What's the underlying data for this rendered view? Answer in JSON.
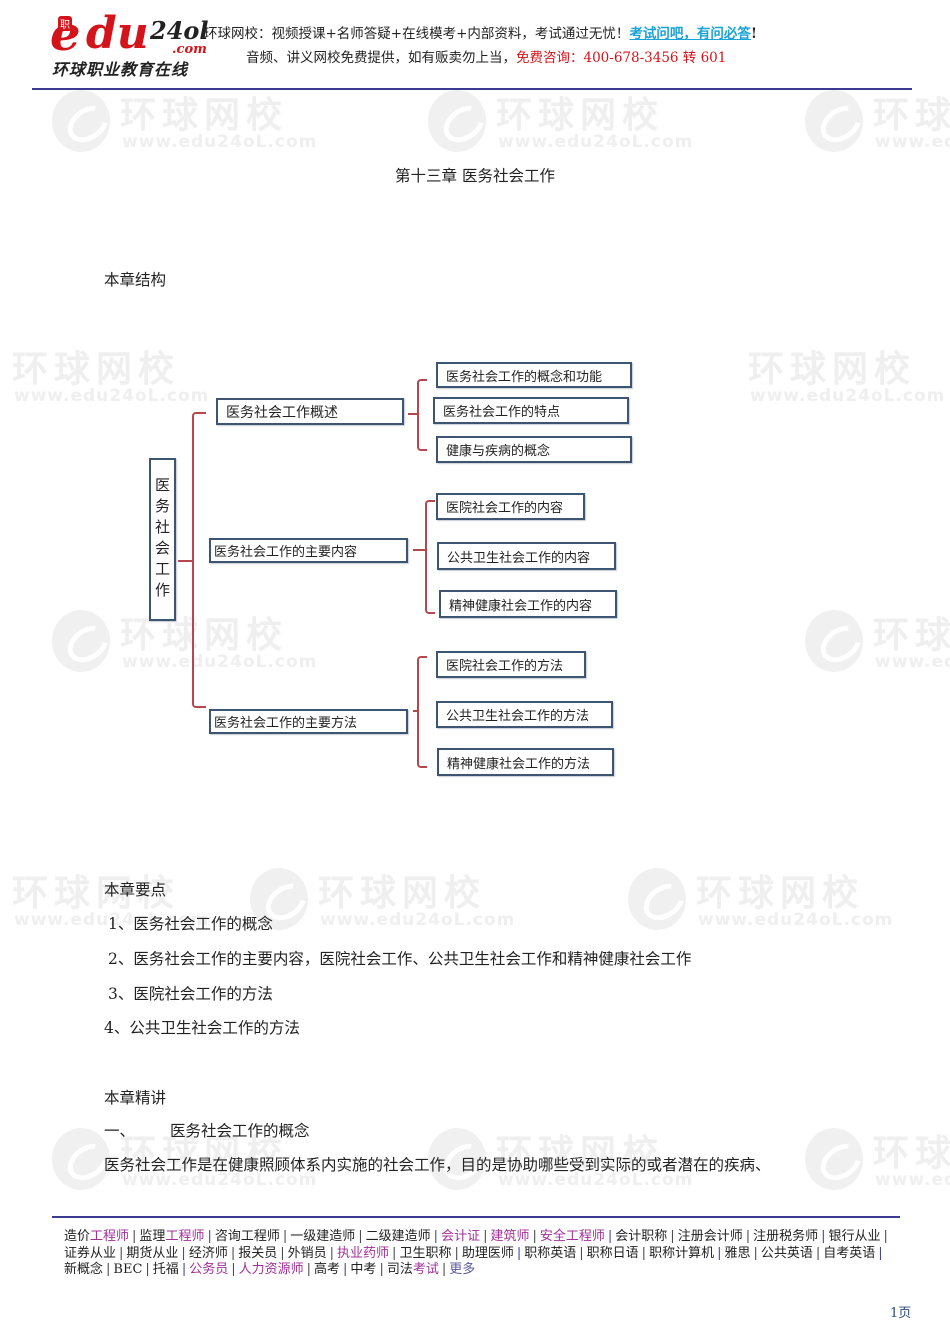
{
  "header": {
    "logo": {
      "badge": "职",
      "e": "e",
      "du": "du",
      "num": "24ol",
      "com": ".com",
      "slogan": "环球职业教育在线"
    },
    "line1_text": "环球网校：视频授课+名师答疑+在线模考+内部资料，考试通过无忧！",
    "line1_link": "考试问吧，有问必答",
    "line1_end": "!",
    "line2_text": "音频、讲义网校免费提供，如有贩卖勿上当，",
    "line2_red": "免费咨询：400-678-3456 转 601"
  },
  "watermark": {
    "text": "环球网校",
    "url": "www.edu24oL.com"
  },
  "document": {
    "chapter_title": "第十三章 医务社会工作",
    "structure_heading": "本章结构",
    "key_points_heading": "本章要点",
    "key_points": [
      "1、医务社会工作的概念",
      "2、医务社会工作的主要内容，医院社会工作、公共卫生社会工作和精神健康社会工作",
      "3、医院社会工作的方法",
      "4、公共卫生社会工作的方法"
    ],
    "lecture_heading": "本章精讲",
    "section1_num": "一、",
    "section1_title": "医务社会工作的概念",
    "section1_para": "医务社会工作是在健康照顾体系内实施的社会工作，目的是协助哪些受到实际的或者潜在的疾病、"
  },
  "diagram": {
    "root": "医务社会工作",
    "branches": [
      {
        "label": "医务社会工作概述",
        "children": [
          "医务社会工作的概念和功能",
          "医务社会工作的特点",
          "健康与疾病的概念"
        ]
      },
      {
        "label": "医务社会工作的主要内容",
        "children": [
          "医院社会工作的内容",
          "公共卫生社会工作的内容",
          "精神健康社会工作的内容"
        ]
      },
      {
        "label": "医务社会工作的主要方法",
        "children": [
          "医院社会工作的方法",
          "公共卫生社会工作的方法",
          "精神健康社会工作的方法"
        ]
      }
    ]
  },
  "footer": {
    "links": [
      {
        "pre": "造价",
        "hl": "工程师"
      },
      {
        "pre": "监理",
        "hl": "工程师"
      },
      {
        "pre": "咨询工程师",
        "hl": ""
      },
      {
        "pre": "一级建造师",
        "hl": ""
      },
      {
        "pre": "二级建造师",
        "hl": ""
      },
      {
        "pre": "",
        "hl": "会计证"
      },
      {
        "pre": "",
        "hl": "建筑师"
      },
      {
        "pre": "",
        "hl": "安全工程师"
      },
      {
        "pre": "会计职称",
        "hl": ""
      },
      {
        "pre": "注册会计师",
        "hl": ""
      },
      {
        "pre": "注册税务师",
        "hl": ""
      },
      {
        "pre": "银行从业",
        "hl": ""
      },
      {
        "pre": "证券从业",
        "hl": ""
      },
      {
        "pre": "期货从业",
        "hl": ""
      },
      {
        "pre": "经济师",
        "hl": ""
      },
      {
        "pre": "报关员",
        "hl": ""
      },
      {
        "pre": "外销员",
        "hl": ""
      },
      {
        "pre": "",
        "hl": "执业药师"
      },
      {
        "pre": "卫生职称",
        "hl": ""
      },
      {
        "pre": "助理医师",
        "hl": ""
      },
      {
        "pre": "职称英语",
        "hl": ""
      },
      {
        "pre": "职称日语",
        "hl": ""
      },
      {
        "pre": "职称计算机",
        "hl": ""
      },
      {
        "pre": "雅思",
        "hl": ""
      },
      {
        "pre": "公共英语",
        "hl": ""
      },
      {
        "pre": "自考英语",
        "hl": ""
      },
      {
        "pre": "新概念",
        "hl": ""
      },
      {
        "pre": "BEC",
        "hl": ""
      },
      {
        "pre": "托福",
        "hl": ""
      },
      {
        "pre": "",
        "hl": "公务员"
      },
      {
        "pre": "",
        "hl": "人力资源师"
      },
      {
        "pre": "高考",
        "hl": ""
      },
      {
        "pre": "中考",
        "hl": ""
      },
      {
        "pre": "司法",
        "hl": "考试"
      }
    ],
    "more": "更多",
    "page": "1页"
  },
  "colors": {
    "brand_red": "#d4141b",
    "rule_blue": "#3a3d8f",
    "link_cyan": "#1aa3d6",
    "box_border": "#3b5572",
    "bracket_red": "#b5474f",
    "footer_purple": "#a0309a"
  }
}
